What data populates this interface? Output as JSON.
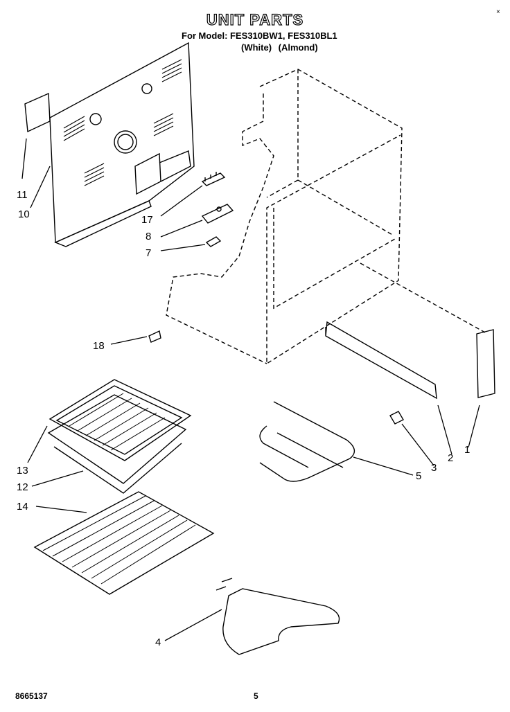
{
  "header": {
    "title": "UNIT PARTS",
    "model_line": "For Model: FES310BW1, FES310BL1",
    "color_line": "(White)  (Almond)",
    "corner_mark": "×"
  },
  "footer": {
    "code": "8665137",
    "page": "5"
  },
  "callouts": {
    "c1": "1",
    "c2": "2",
    "c3": "3",
    "c4": "4",
    "c5": "5",
    "c7": "7",
    "c8": "8",
    "c10": "10",
    "c11": "11",
    "c12": "12",
    "c13": "13",
    "c14": "14",
    "c17": "17",
    "c18": "18"
  }
}
